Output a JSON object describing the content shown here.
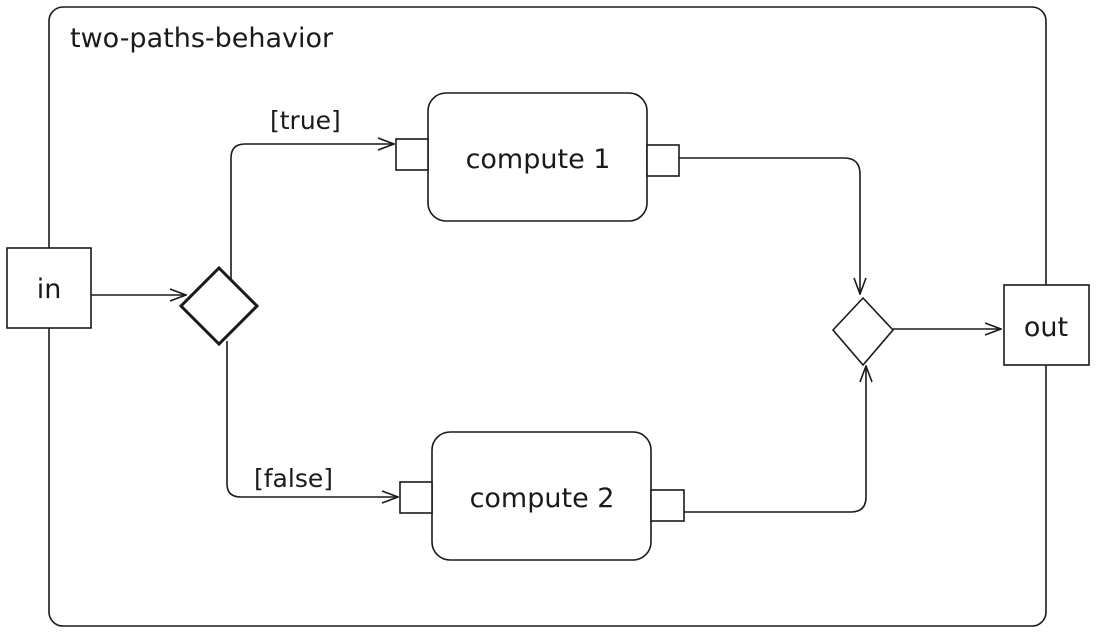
{
  "activity": {
    "name": "two-paths-behavior"
  },
  "parameters": {
    "input": "in",
    "output": "out"
  },
  "actions": {
    "compute1": "compute 1",
    "compute2": "compute 2"
  },
  "guards": {
    "true_guard": "[true]",
    "false_guard": "[false]"
  },
  "colors": {
    "stroke": "#1a1a1a",
    "background": "#ffffff"
  }
}
